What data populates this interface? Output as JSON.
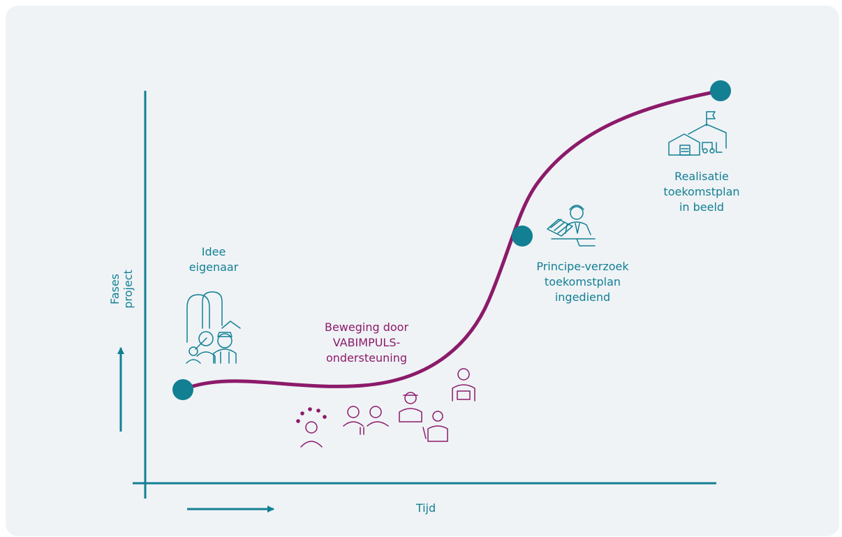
{
  "diagram": {
    "axes": {
      "y_label": "Fases project",
      "x_label": "Tijd"
    },
    "milestones": [
      {
        "id": "idee",
        "text": "Idee\neigenaar",
        "icon": "farm-family-icon"
      },
      {
        "id": "beweging",
        "text": "Beweging door\nVABIMPULS-\nondersteuning",
        "icon": "people-group-icon"
      },
      {
        "id": "principe",
        "text": "Principe-verzoek\ntoekomstplan\ningediend",
        "icon": "person-at-desk-icon"
      },
      {
        "id": "realisatie",
        "text": "Realisatie\ntoekomstplan\nin beeld",
        "icon": "farm-buildings-icon"
      }
    ],
    "colors": {
      "teal": "#127f93",
      "plum": "#8c1a6a",
      "background": "#eff3f6"
    }
  }
}
